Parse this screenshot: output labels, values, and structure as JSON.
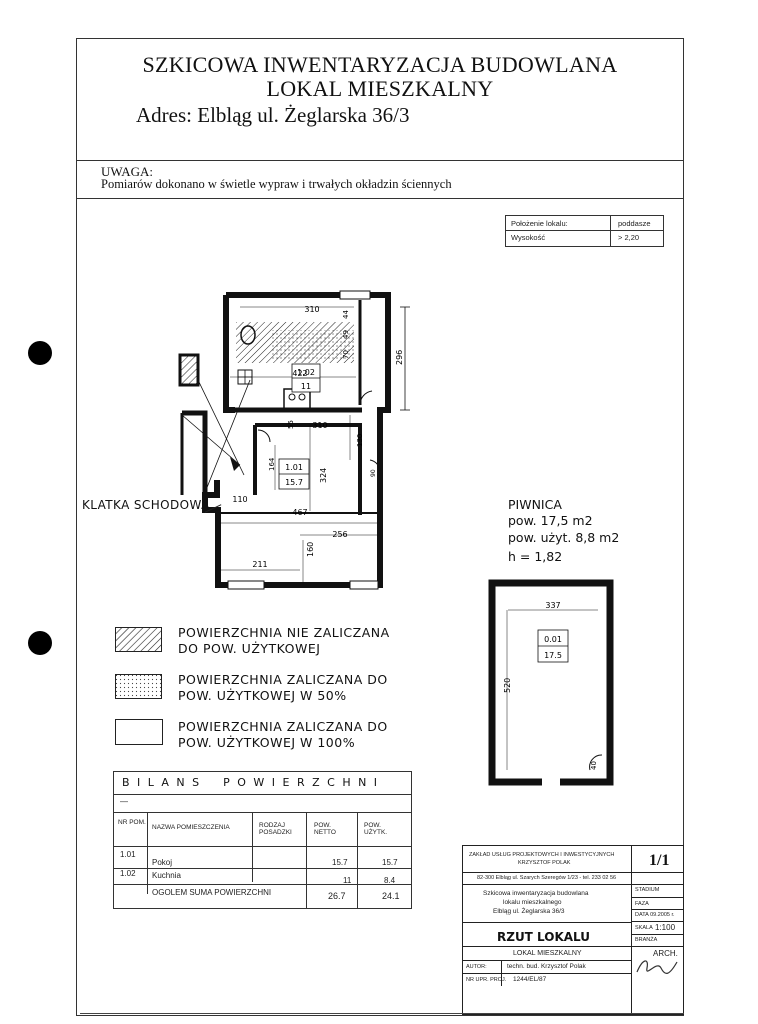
{
  "header": {
    "title_line1": "SZKICOWA INWENTARYZACJA BUDOWLANA",
    "title_line2": "LOKAL MIESZKALNY",
    "address": "Adres: Elbląg ul. Żeglarska 36/3"
  },
  "note": {
    "label": "UWAGA:",
    "text": "Pomiarów dokonano w świetle wypraw i trwałych okładzin ściennych"
  },
  "info_table": {
    "rows": [
      {
        "label": "Położenie lokalu:",
        "value": "poddasze"
      },
      {
        "label": "Wysokość",
        "value": "> 2,20"
      }
    ]
  },
  "plan": {
    "dims": {
      "d310_top": "310",
      "d44": "44",
      "d49": "49",
      "d70": "70",
      "d296": "296",
      "d422": "422",
      "d55": "55",
      "d310_mid": "310",
      "d130": "130",
      "d164": "164",
      "d324": "324",
      "d110": "110",
      "d467": "467",
      "d256": "256",
      "d211": "211",
      "d160": "160",
      "d90": "90"
    },
    "room_102": {
      "number": "1.02",
      "area": "11"
    },
    "room_101": {
      "number": "1.01",
      "area": "15.7"
    },
    "stair_label": "KLATKA SCHODOWA"
  },
  "basement": {
    "title": "PIWNICA",
    "area_line": "pow. 17,5 m2",
    "usable_line": "pow. użyt. 8,8 m2",
    "height_line": "h = 1,82",
    "width_dim": "337",
    "depth_dim": "520",
    "door_dim": "40",
    "room_number": "0.01",
    "room_area": "17.5"
  },
  "legend": [
    {
      "line1": "POWIERZCHNIA NIE ZALICZANA",
      "line2": "DO POW. UŻYTKOWEJ",
      "pattern": "hatch"
    },
    {
      "line1": "POWIERZCHNIA ZALICZANA DO",
      "line2": "POW. UŻYTKOWEJ W 50%",
      "pattern": "dots"
    },
    {
      "line1": "POWIERZCHNIA ZALICZANA DO",
      "line2": "POW. UŻYTKOWEJ W 100%",
      "pattern": "blank"
    }
  ],
  "balance": {
    "title": "B I L A N S    P O W I E R Z C H N I",
    "dash": "—",
    "headers": {
      "nr": "NR POM.",
      "name": "NAZWA POMIESZCZENIA",
      "type": "RODZAJ POSADZKI",
      "net": "POW. NETTO",
      "usable": "POW. UŻYTK."
    },
    "rows": [
      {
        "nr": "1.01",
        "name": "Pokoj",
        "type": "",
        "net": "15.7",
        "usable": "15.7"
      },
      {
        "nr": "1.02",
        "name": "Kuchnia",
        "type": "",
        "net": "11",
        "usable": "8.4"
      }
    ],
    "total_label": "OGOLEM SUMA POWIERZCHNI",
    "total_net": "26.7",
    "total_usable": "24.1"
  },
  "stamp": {
    "company_line1": "ZAKŁAD USŁUG PROJEKTOWYCH I INWESTYCYJNYCH",
    "company_line2": "KRZYSZTOF POLAK",
    "company_address": "82-300 Elbląg ul. Szarych Szeregów 1/23 - tel. 233 02 56",
    "sheet": "1/1",
    "desc_line1": "Szkicowa inwentaryzacja budowlana",
    "desc_line2": "lokalu mieszkalnego",
    "desc_line3": "Elbląg ul. Żeglarska 36/3",
    "stadium_label": "STADIUM",
    "faza_label": "FAZA",
    "date_label": "DATA 09.2005 r.",
    "scale_label": "SKALA",
    "scale_value": "1:100",
    "branza_label": "BRANŻA",
    "drawing_title": "RZUT LOKALU",
    "drawing_sub": "LOKAL MIESZKALNY",
    "branch_value": "ARCH.",
    "author_label": "AUTOR:",
    "author_value": "techn. bud. Krzysztof Polak",
    "license_label": "NR UPR. PROJ.",
    "license_value": "1244/EL/87",
    "signature": "Polak"
  }
}
